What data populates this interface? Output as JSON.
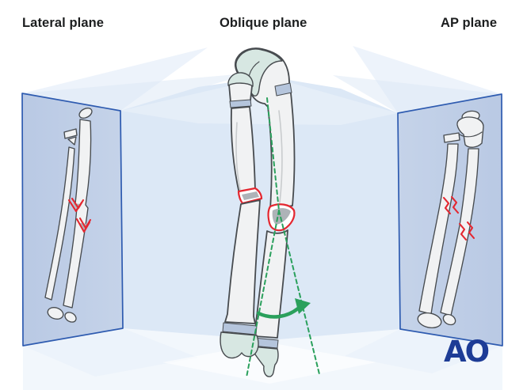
{
  "figure": {
    "panels": {
      "left": {
        "label": "Lateral plane"
      },
      "center": {
        "label": "Oblique plane"
      },
      "right": {
        "label": "AP plane"
      }
    },
    "logo": {
      "text": "AO"
    }
  },
  "icons": {
    "ao_logo": "AO brand wordmark"
  },
  "colors": {
    "background": "#ffffff",
    "label_color": "#1c1e1f",
    "ink": "#474b4f",
    "bone_fill": "#f1f2f3",
    "bone_shade": "#c9ccce",
    "cartilage": "#d7e7e2",
    "physis_band": "#b5c5dc",
    "fracture_red": "#e42730",
    "fragment_gray": "#aeb3b8",
    "rotation_green": "#2aa05c",
    "plane_fill": "#c5d3e9",
    "plane_fill_dark": "#b9c9e4",
    "plane_border": "#2e5bb0",
    "backdrop": "#dce8f6",
    "fan_light": "#edf3fb",
    "floor": "#f2f7fc",
    "ao_navy": "#1d3c96"
  }
}
